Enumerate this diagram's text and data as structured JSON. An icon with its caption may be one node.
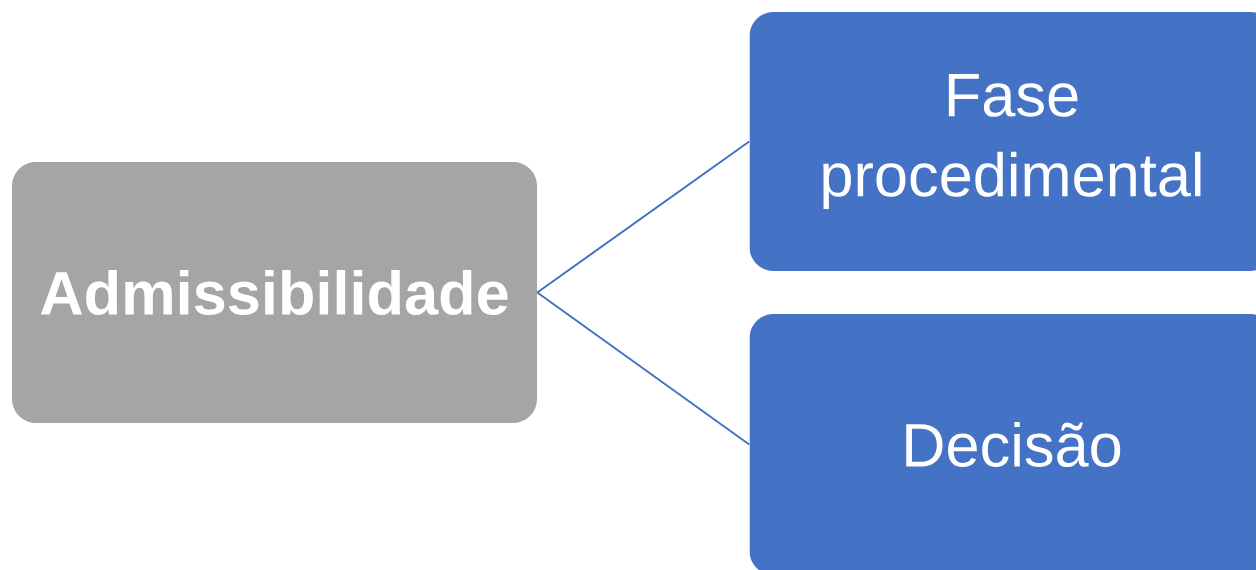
{
  "diagram": {
    "nodes": [
      {
        "text": [
          "Admissibilidade"
        ]
      },
      {
        "text": [
          "Fase procedimental"
        ]
      },
      {
        "text": [
          "Decisão"
        ]
      }
    ],
    "edges": [
      {
        "from": 0,
        "to": 1,
        "arrow": "none"
      },
      {
        "from": 0,
        "to": 2,
        "arrow": "none"
      }
    ]
  }
}
